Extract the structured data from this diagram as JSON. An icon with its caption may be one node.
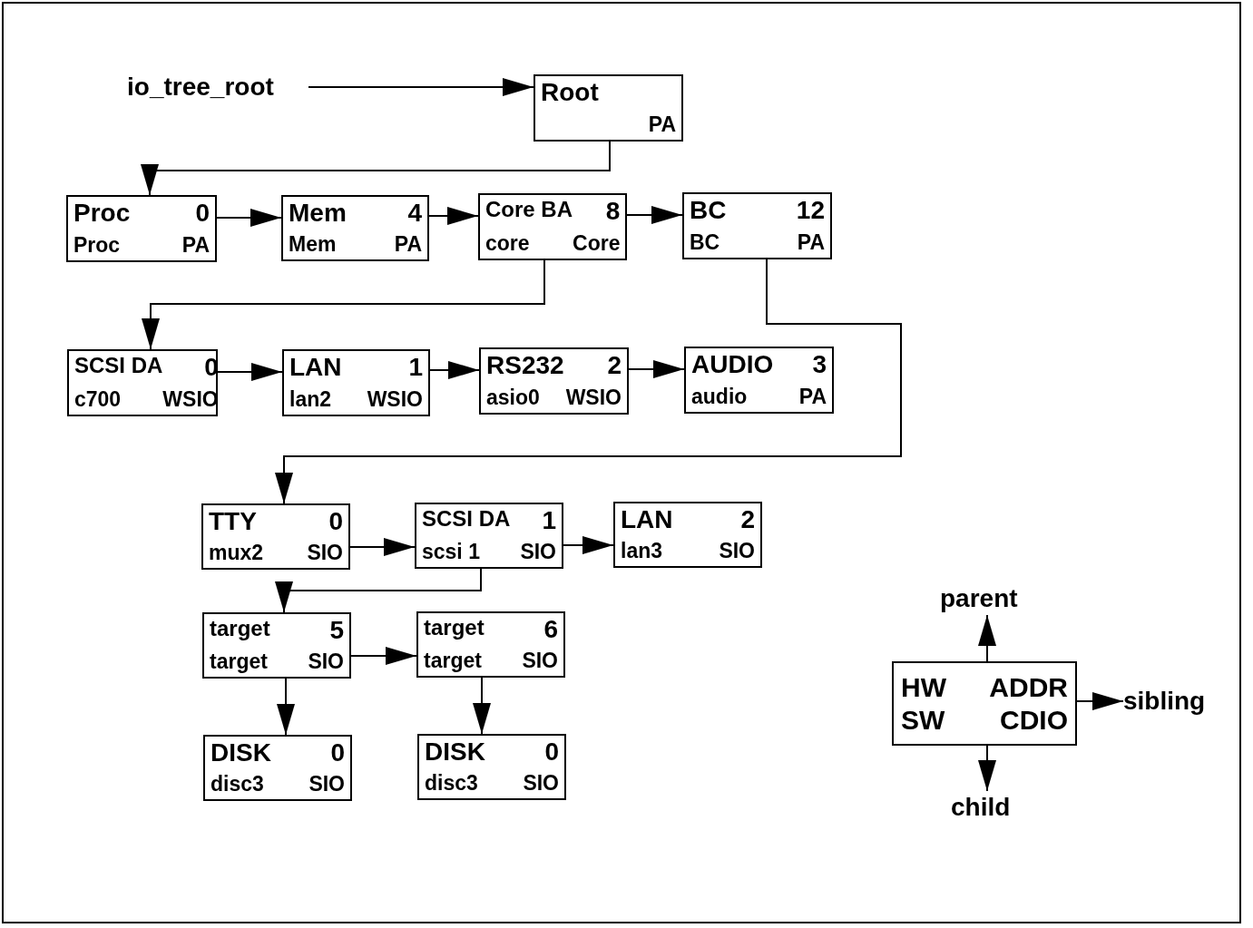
{
  "diagram": {
    "nodes": [
      {
        "text": [
          "io_tree_root"
        ]
      },
      {
        "text": [
          "Root",
          "PA"
        ]
      },
      {
        "text": [
          "Proc",
          "0",
          "Proc",
          "PA"
        ]
      },
      {
        "text": [
          "Mem",
          "4",
          "Mem",
          "PA"
        ]
      },
      {
        "text": [
          "Core BA",
          "8",
          "core",
          "Core"
        ]
      },
      {
        "text": [
          "BC",
          "12",
          "BC",
          "PA"
        ]
      },
      {
        "text": [
          "SCSI DA",
          "0",
          "c700",
          "WSIO"
        ]
      },
      {
        "text": [
          "LAN",
          "1",
          "lan2",
          "WSIO"
        ]
      },
      {
        "text": [
          "RS232",
          "2",
          "asio0",
          "WSIO"
        ]
      },
      {
        "text": [
          "AUDIO",
          "3",
          "audio",
          "PA"
        ]
      },
      {
        "text": [
          "TTY",
          "0",
          "mux2",
          "SIO"
        ]
      },
      {
        "text": [
          "SCSI DA",
          "1",
          "scsi 1",
          "SIO"
        ]
      },
      {
        "text": [
          "LAN",
          "2",
          "lan3",
          "SIO"
        ]
      },
      {
        "text": [
          "target",
          "5",
          "target",
          "SIO"
        ]
      },
      {
        "text": [
          "target",
          "6",
          "target",
          "SIO"
        ]
      },
      {
        "text": [
          "DISK",
          "0",
          "disc3",
          "SIO"
        ]
      },
      {
        "text": [
          "DISK",
          "0",
          "disc3",
          "SIO"
        ]
      },
      {
        "text": [
          "HW",
          "ADDR",
          "SW",
          "CDIO"
        ]
      },
      {
        "text": [
          "parent"
        ]
      },
      {
        "text": [
          "sibling"
        ]
      },
      {
        "text": [
          "child"
        ]
      }
    ],
    "edges": [
      {
        "from": 0,
        "to": 1,
        "arrow": "to"
      },
      {
        "from": 1,
        "to": 2,
        "arrow": "to"
      },
      {
        "from": 2,
        "to": 3,
        "arrow": "to"
      },
      {
        "from": 3,
        "to": 4,
        "arrow": "to"
      },
      {
        "from": 4,
        "to": 5,
        "arrow": "to"
      },
      {
        "from": 4,
        "to": 6,
        "arrow": "to"
      },
      {
        "from": 6,
        "to": 7,
        "arrow": "to"
      },
      {
        "from": 7,
        "to": 8,
        "arrow": "to"
      },
      {
        "from": 8,
        "to": 9,
        "arrow": "to"
      },
      {
        "from": 5,
        "to": 10,
        "arrow": "to"
      },
      {
        "from": 10,
        "to": 11,
        "arrow": "to"
      },
      {
        "from": 11,
        "to": 12,
        "arrow": "to"
      },
      {
        "from": 11,
        "to": 13,
        "arrow": "to"
      },
      {
        "from": 13,
        "to": 14,
        "arrow": "to"
      },
      {
        "from": 13,
        "to": 15,
        "arrow": "to"
      },
      {
        "from": 14,
        "to": 16,
        "arrow": "to"
      },
      {
        "from": 17,
        "to": 18,
        "arrow": "to"
      },
      {
        "from": 17,
        "to": 19,
        "arrow": "to"
      },
      {
        "from": 17,
        "to": 20,
        "arrow": "to"
      }
    ]
  }
}
